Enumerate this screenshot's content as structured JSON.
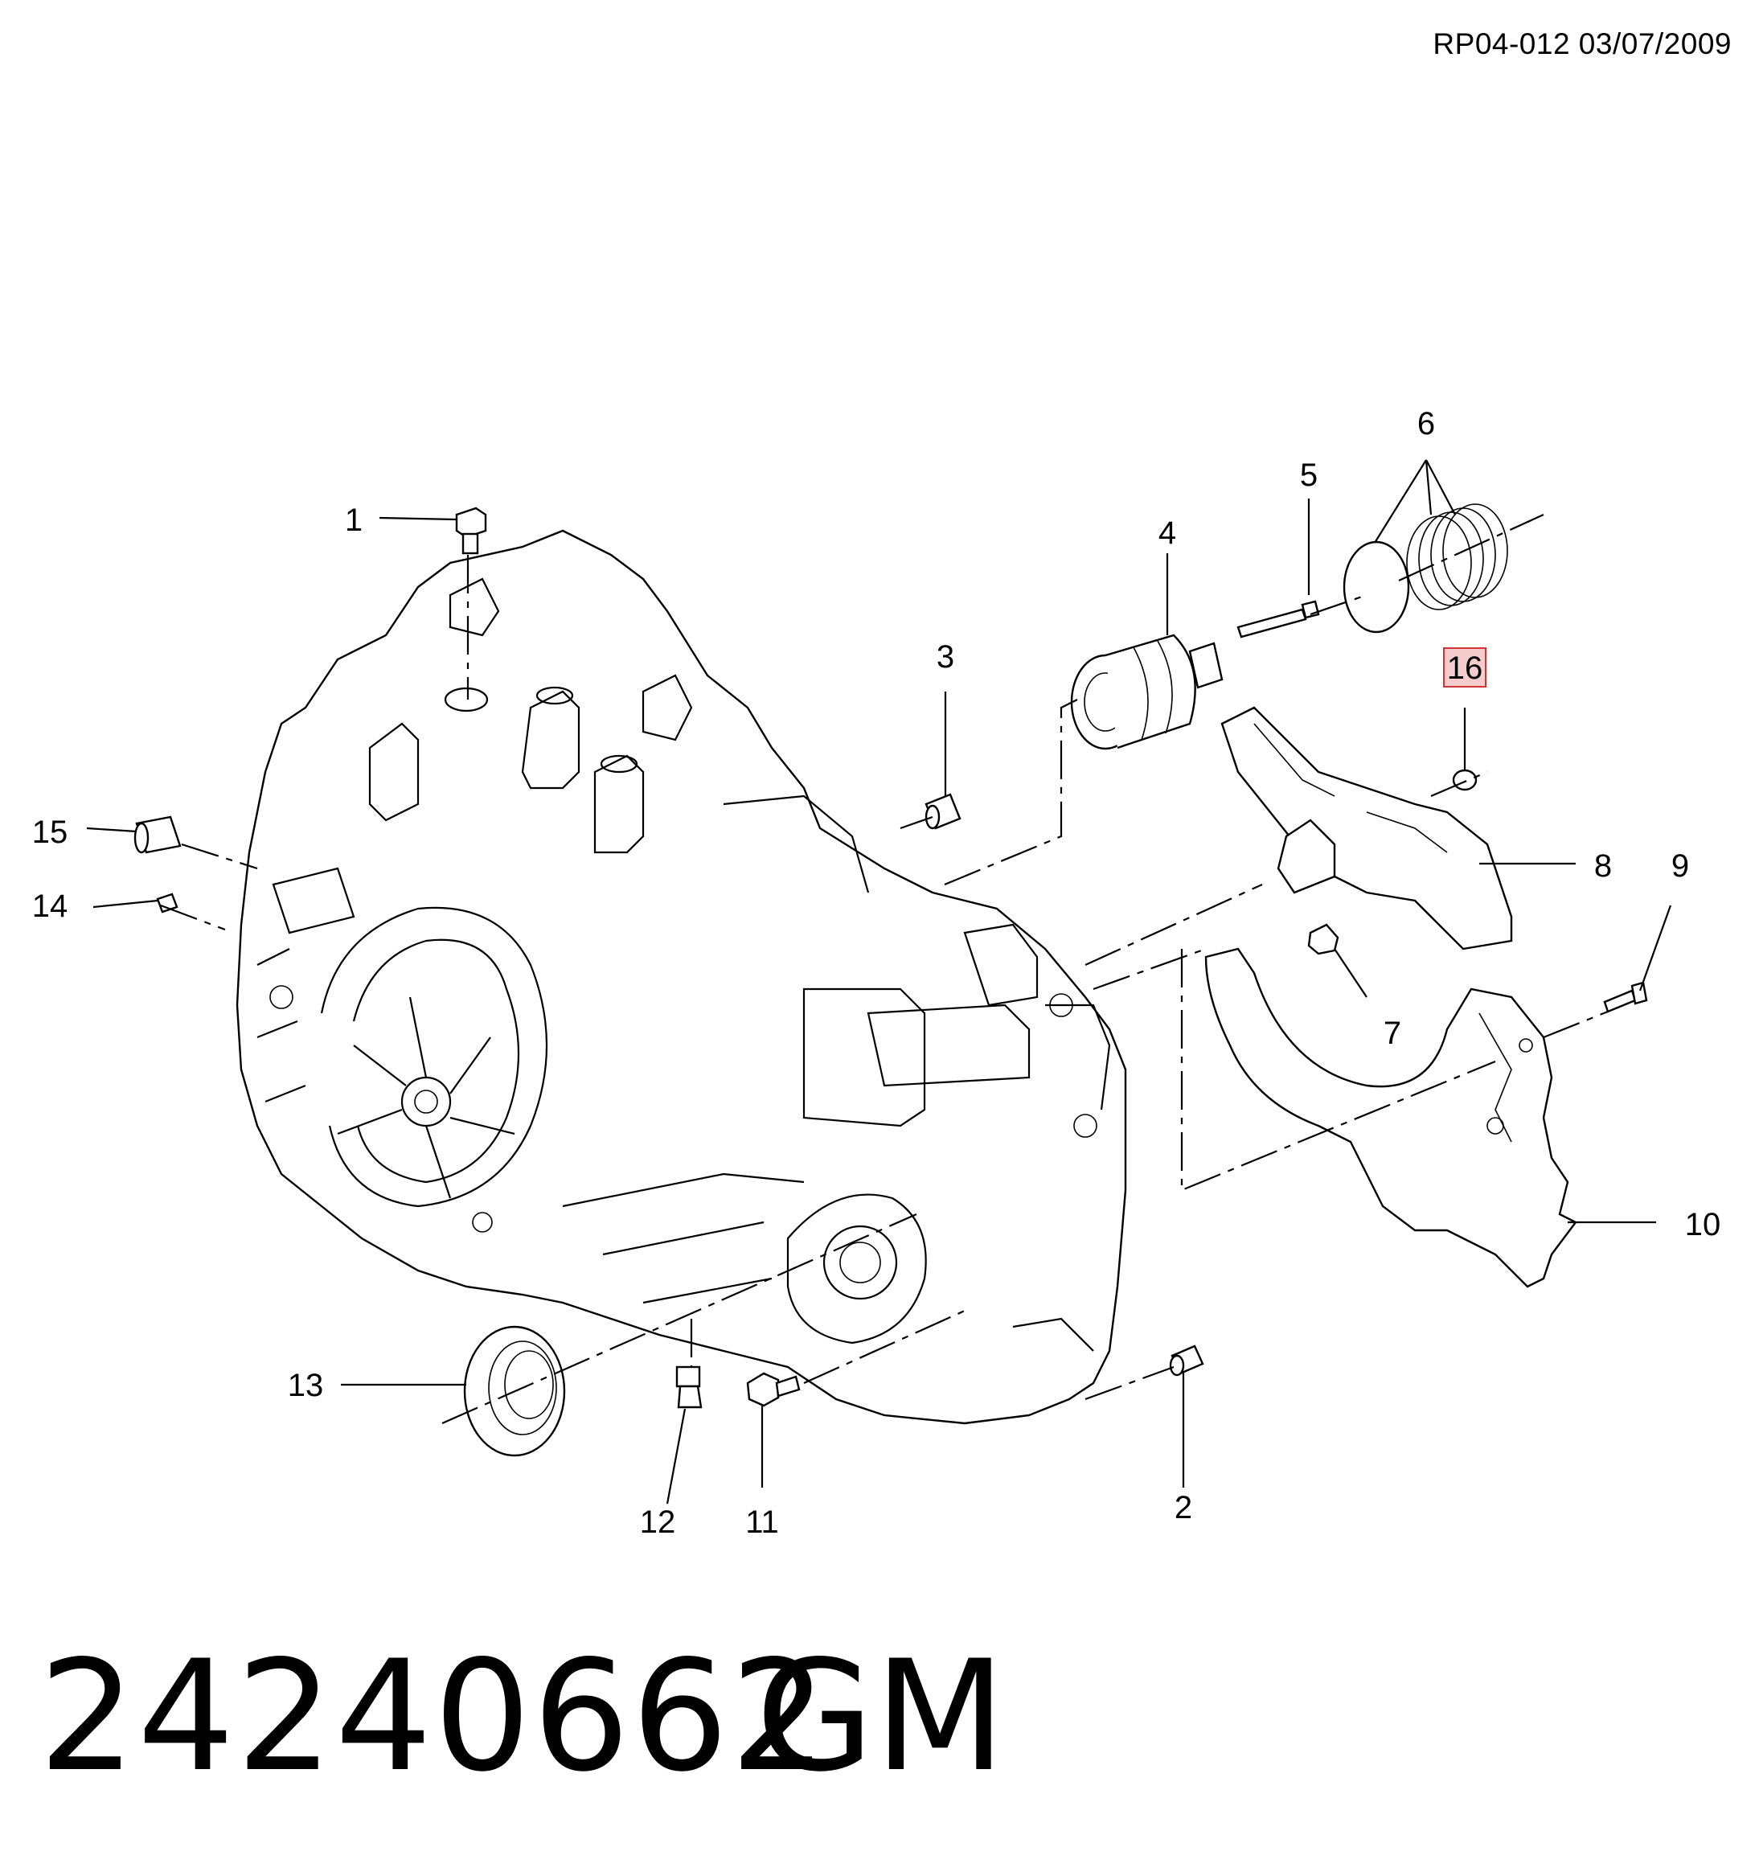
{
  "header": {
    "doc_ref": "RP04-012 03/07/2009"
  },
  "callouts": [
    {
      "id": "1",
      "highlighted": false
    },
    {
      "id": "2",
      "highlighted": false
    },
    {
      "id": "3",
      "highlighted": false
    },
    {
      "id": "4",
      "highlighted": false
    },
    {
      "id": "5",
      "highlighted": false
    },
    {
      "id": "6",
      "highlighted": false
    },
    {
      "id": "7",
      "highlighted": false
    },
    {
      "id": "8",
      "highlighted": false
    },
    {
      "id": "9",
      "highlighted": false
    },
    {
      "id": "10",
      "highlighted": false
    },
    {
      "id": "11",
      "highlighted": false
    },
    {
      "id": "12",
      "highlighted": false
    },
    {
      "id": "13",
      "highlighted": false
    },
    {
      "id": "14",
      "highlighted": false
    },
    {
      "id": "15",
      "highlighted": false
    },
    {
      "id": "16",
      "highlighted": true
    }
  ],
  "highlight_color": "#f4cccc",
  "highlight_border": "#d33333",
  "footer": {
    "part_number": "24240662",
    "brand": "GM"
  }
}
